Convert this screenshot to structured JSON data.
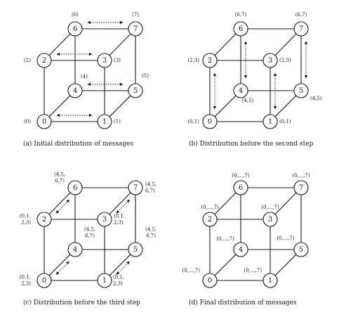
{
  "panels": [
    {
      "caption": "(a)  Initial distribution of messages",
      "labels": {
        "0": [
          "(0)"
        ],
        "1": [
          "(1)"
        ],
        "2": [
          "(2)"
        ],
        "3": [
          "(3)"
        ],
        "4": [
          "(4)"
        ],
        "5": [
          "(5)"
        ],
        "6": [
          "(6)"
        ],
        "7": [
          "(7)"
        ]
      },
      "exchanges": [
        [
          0,
          1
        ],
        [
          2,
          3
        ],
        [
          4,
          5
        ],
        [
          6,
          7
        ]
      ]
    },
    {
      "caption": "(b)  Distribution before the second step",
      "labels": {
        "0": [
          "(0,1)"
        ],
        "1": [
          "(0,1)"
        ],
        "2": [
          "(2,3)"
        ],
        "3": [
          "(2,3)"
        ],
        "4": [
          "(4,5)"
        ],
        "5": [
          "(4,5)"
        ],
        "6": [
          "(6,7)"
        ],
        "7": [
          "(6,7)"
        ]
      },
      "exchanges": [
        [
          0,
          2
        ],
        [
          1,
          3
        ],
        [
          4,
          6
        ],
        [
          5,
          7
        ]
      ]
    },
    {
      "caption": "(c)  Distribution before the third step",
      "labels": {
        "0": [
          "(0,1,",
          "2,3)"
        ],
        "1": [
          "(0,1,",
          "2,3)"
        ],
        "2": [
          "(0,1,",
          "2,3)"
        ],
        "3": [
          "(0,1,",
          "2,3)"
        ],
        "4": [
          "(4,5,",
          "6,7)"
        ],
        "5": [
          "(4,5,",
          "6,7)"
        ],
        "6": [
          "(4,5,",
          "6,7)"
        ],
        "7": [
          "(4,5,",
          "6,7)"
        ]
      },
      "exchanges": [
        [
          0,
          4
        ],
        [
          1,
          5
        ],
        [
          2,
          6
        ],
        [
          3,
          7
        ]
      ]
    },
    {
      "caption": "(d)  Final distribution of messages",
      "labels": {
        "0": [
          "(0,...,7)"
        ],
        "1": [
          "(0,...,7)"
        ],
        "2": [
          "(0,...,7)"
        ],
        "3": [
          "(0,...,7)"
        ],
        "4": [
          "(0,...,7)"
        ],
        "5": [
          "(0,...,7)"
        ],
        "6": [
          "(0,...,7)"
        ],
        "7": [
          "(0,...,7)"
        ]
      },
      "exchanges": []
    }
  ],
  "node_ids": [
    "0",
    "1",
    "2",
    "3",
    "4",
    "5",
    "6",
    "7"
  ],
  "edges": [
    [
      0,
      1
    ],
    [
      2,
      3
    ],
    [
      4,
      5
    ],
    [
      6,
      7
    ],
    [
      0,
      2
    ],
    [
      1,
      3
    ],
    [
      4,
      6
    ],
    [
      5,
      7
    ],
    [
      0,
      4
    ],
    [
      1,
      5
    ],
    [
      2,
      6
    ],
    [
      3,
      7
    ]
  ]
}
